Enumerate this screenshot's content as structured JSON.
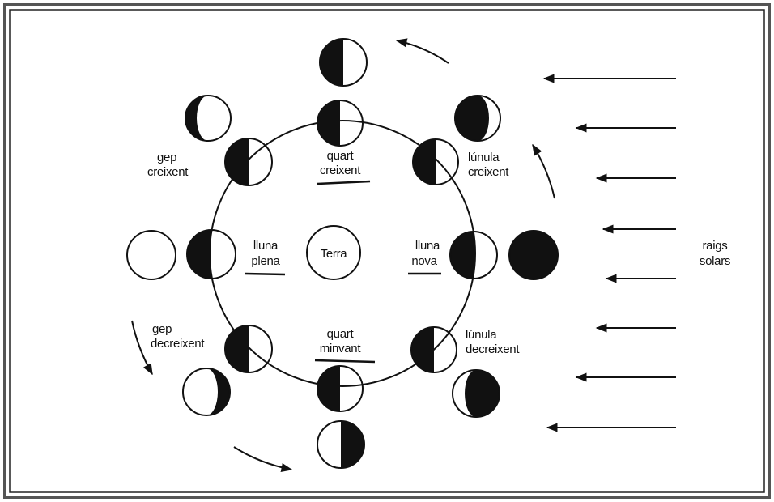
{
  "labels": {
    "earth": "Terra",
    "full_moon_1": "lluna",
    "full_moon_2": "plena",
    "new_moon_1": "lluna",
    "new_moon_2": "nova",
    "first_quarter_1": "quart",
    "first_quarter_2": "creixent",
    "last_quarter_1": "quart",
    "last_quarter_2": "minvant",
    "waxing_gibbous_1": "gep",
    "waxing_gibbous_2": "creixent",
    "waning_gibbous_1": "gep",
    "waning_gibbous_2": "decreixent",
    "waxing_crescent_1": "lúnula",
    "waxing_crescent_2": "creixent",
    "waning_crescent_1": "lúnula",
    "waning_crescent_2": "decreixent",
    "sun_rays_1": "raigs",
    "sun_rays_2": "solars"
  },
  "colors": {
    "ink": "#111111",
    "paper": "#ffffff",
    "frame": "#555555"
  }
}
